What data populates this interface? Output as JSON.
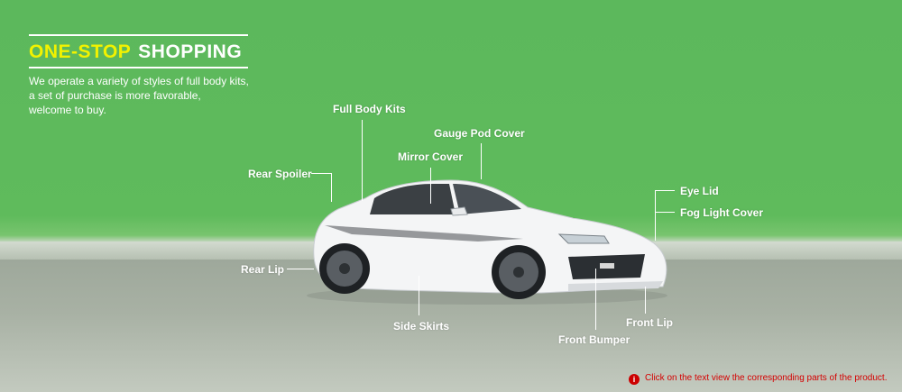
{
  "header": {
    "title_highlight": "ONE-STOP",
    "title_rest": "SHOPPING",
    "description": [
      "We operate a variety of styles of full body kits,",
      "a set of purchase is more favorable,",
      "welcome to buy."
    ]
  },
  "parts": {
    "full_body_kits": "Full Body Kits",
    "gauge_pod_cover": "Gauge Pod Cover",
    "mirror_cover": "Mirror Cover",
    "rear_spoiler": "Rear Spoiler",
    "eye_lid": "Eye Lid",
    "fog_light_cover": "Fog Light Cover",
    "rear_lip": "Rear Lip",
    "side_skirts": "Side Skirts",
    "front_lip": "Front Lip",
    "front_bumper": "Front Bumper"
  },
  "note": {
    "icon": "info-icon",
    "text": "Click on the text view the corresponding parts of the product."
  },
  "colors": {
    "green": "#5cb85c",
    "title_yellow": "#f2f200",
    "note_red": "#d40000"
  }
}
